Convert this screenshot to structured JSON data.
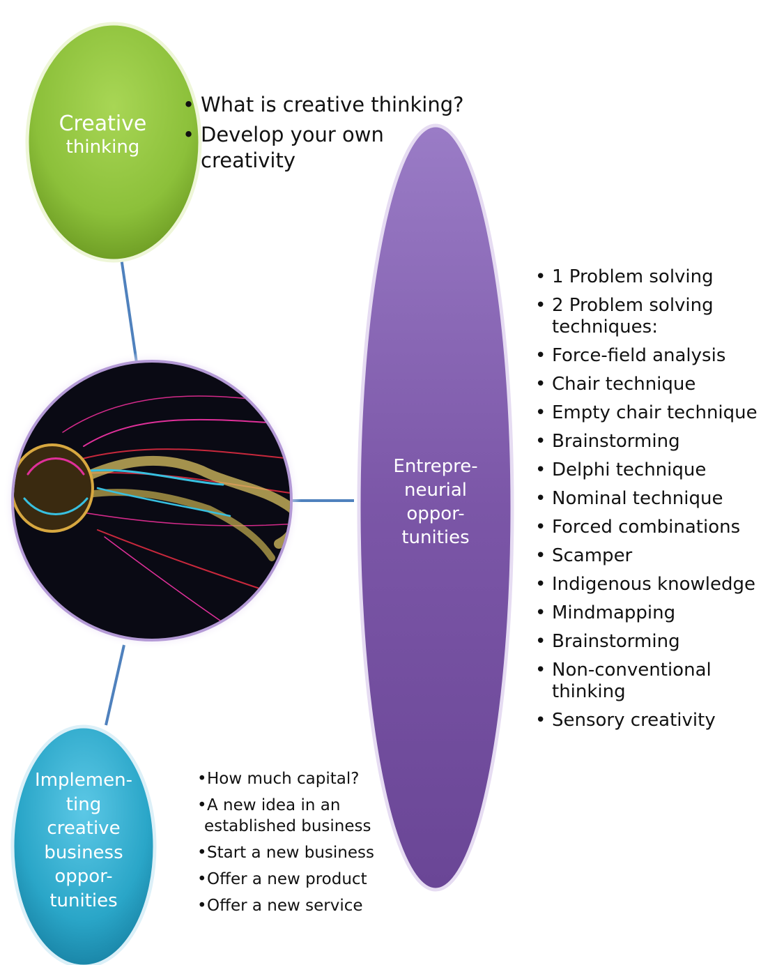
{
  "nodes": {
    "creative": {
      "label_line1": "Creative",
      "label_line2": "thinking",
      "color": "#8ec23b"
    },
    "entrepreneurial": {
      "label_lines": [
        "Entrepre-",
        "neurial",
        "oppor-",
        "tunities"
      ],
      "color": "#7d58a8"
    },
    "implementing": {
      "label_lines": [
        "Implemen-",
        "ting",
        "creative",
        "business",
        "oppor-",
        "tunities"
      ],
      "color": "#2aa6c8"
    }
  },
  "creative_bullets": {
    "item1": "What is creative thinking?",
    "item2_line1": "Develop your own",
    "item2_line2": "creativity"
  },
  "entrepreneurial_bullets": [
    "1 Problem solving",
    "2 Problem solving",
    "techniques:",
    "Force-field analysis",
    "Chair technique",
    "Empty chair technique",
    "Brainstorming",
    "Delphi technique",
    "Nominal technique",
    "Forced combinations",
    "Scamper",
    "Indigenous knowledge",
    "Mindmapping",
    "Brainstorming",
    "Non-conventional",
    "thinking",
    "Sensory creativity"
  ],
  "implementing_bullets": [
    "How much capital?",
    "A new idea in an",
    "established business",
    "Start a new business",
    "Offer a new product",
    "Offer a new service"
  ],
  "bullet_char": "•",
  "connector_color": "#4f81bd"
}
